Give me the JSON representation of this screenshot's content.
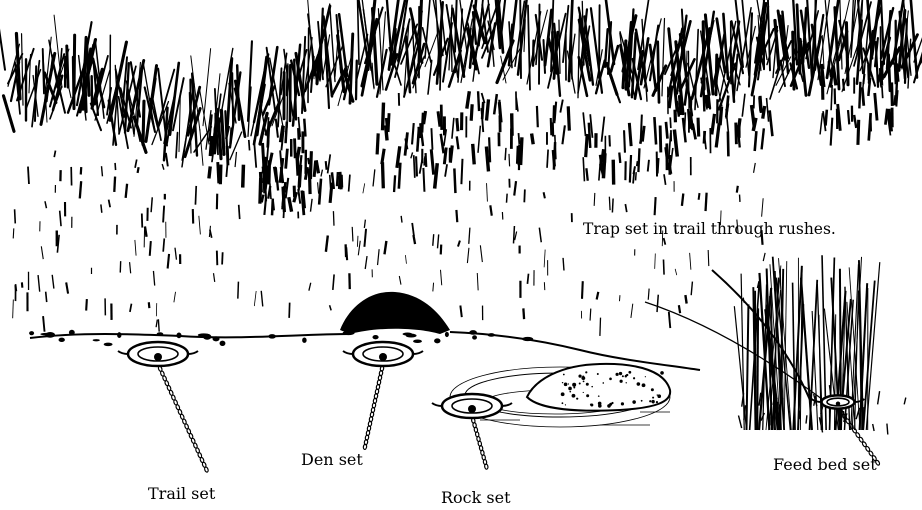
{
  "labels": {
    "rushes": "Trap set in trail through rushes.",
    "den": "Den set",
    "trail": "Trail set",
    "rock": "Rock set",
    "feed": "Feed bed set"
  },
  "colors": {
    "ink": "#000000",
    "paper": "#ffffff"
  }
}
